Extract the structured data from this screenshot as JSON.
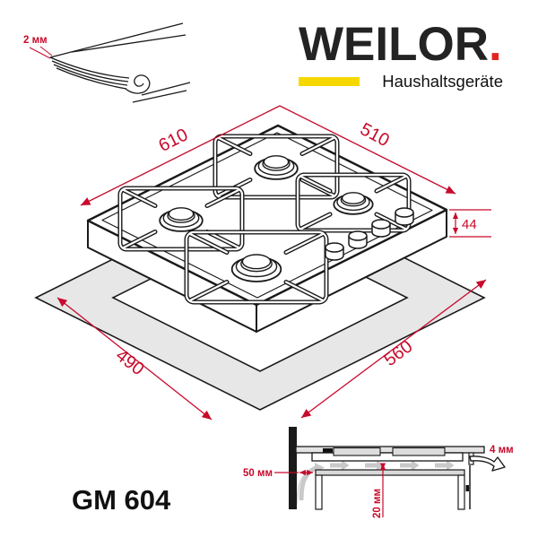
{
  "brand": {
    "name": "WEILOR",
    "dot": ".",
    "tagline": "Haushaltsgeräte"
  },
  "model": {
    "name": "GM 604"
  },
  "main_view": {
    "description": "isometric drawing of 4-burner gas hob over countertop cutout",
    "dims": {
      "hob_width": "610",
      "hob_depth": "510",
      "hob_height": "44",
      "cutout_width": "560",
      "cutout_depth": "490"
    }
  },
  "edge_detail": {
    "thickness": "2 мм"
  },
  "installation": {
    "wall_clearance": "50 мм",
    "under_clearance": "20 мм",
    "rear_gap": "4 мм"
  },
  "colors": {
    "dimension_red": "#c70a2b",
    "logo_red": "#e52320",
    "logo_yellow": "#f6d800",
    "counter_gray": "#e7e7e7",
    "line_black": "#1a1a1a"
  }
}
